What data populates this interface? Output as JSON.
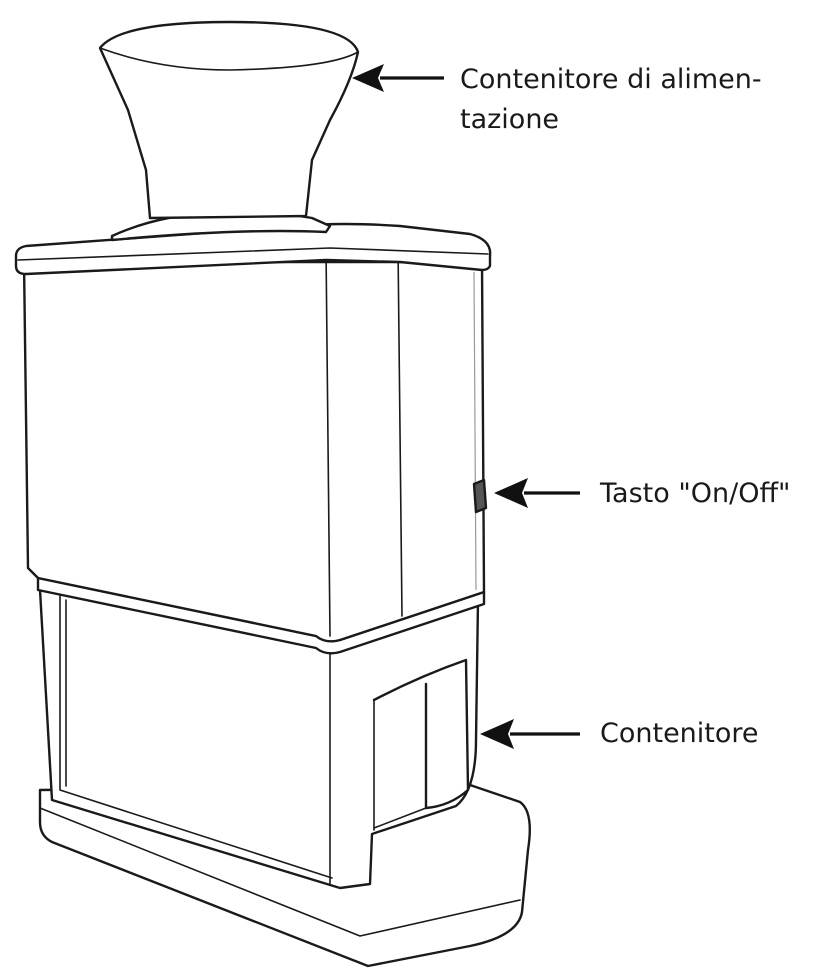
{
  "labels": {
    "hopper": {
      "line1": "Contenitore di alimen-",
      "line2": "tazione"
    },
    "switch": "Tasto \"On/Off\"",
    "container": "Contenitore"
  },
  "colors": {
    "line": "#1a1a1a",
    "background": "#ffffff"
  },
  "icons": {
    "arrow": "arrow-left-icon"
  }
}
